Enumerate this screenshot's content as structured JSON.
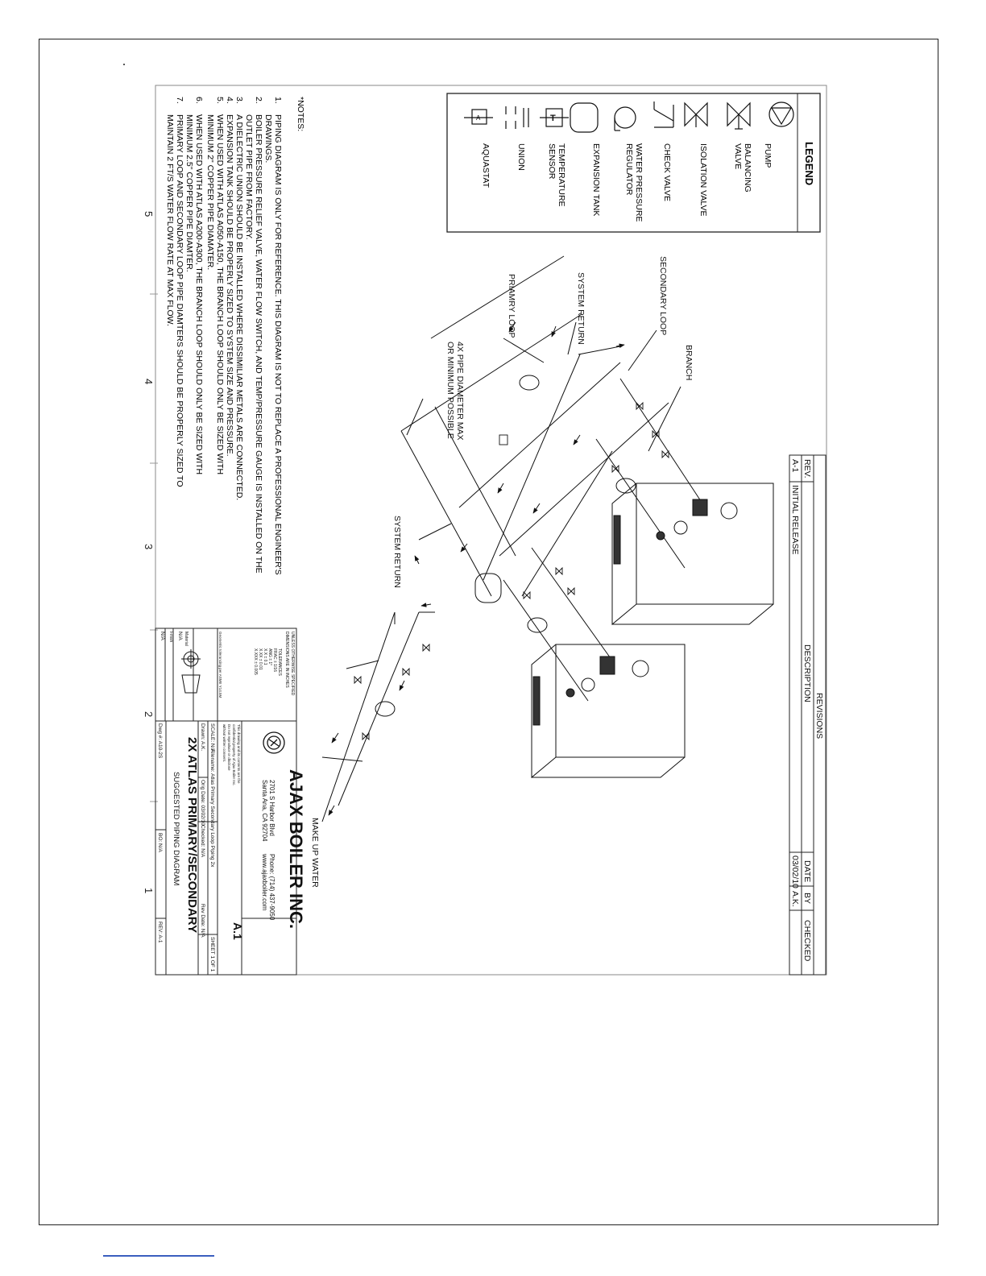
{
  "legend": {
    "title": "LEGEND",
    "items": [
      {
        "label": "PUMP",
        "icon": "pump-icon"
      },
      {
        "label": "BALANCING\nVALVE",
        "icon": "balancing-valve-icon"
      },
      {
        "label": "ISOLATION VALVE",
        "icon": "isolation-valve-icon"
      },
      {
        "label": "CHECK VALVE",
        "icon": "check-valve-icon"
      },
      {
        "label": "WATER PRESSURE\nREGULATOR",
        "icon": "pressure-regulator-icon"
      },
      {
        "label": "EXPANSION TANK",
        "icon": "expansion-tank-icon"
      },
      {
        "label": "TEMPERATURE\nSENSOR",
        "icon": "temperature-sensor-icon"
      },
      {
        "label": "UNION",
        "icon": "union-icon"
      },
      {
        "label": "AQUASTAT",
        "icon": "aquastat-icon"
      }
    ]
  },
  "notes": {
    "title": "*NOTES:",
    "items": [
      {
        "num": "1.",
        "lines": [
          "PIPING DIAGRAM IS ONLY FOR REFERENCE. THIS DIAGRAM IS NOT TO REPLACE A PROFESSIONAL ENGINEER'S",
          "DRAWINGS."
        ]
      },
      {
        "num": "2.",
        "lines": [
          "BOILER PRESSURE RELIEF VALVE, WATER FLOW SWITCH, AND TEMP/PRESSURE GAUGE IS INSTALLED ON THE",
          "OUTLET PIPE FROM FACTORY."
        ]
      },
      {
        "num": "3.",
        "lines": [
          "A DIELECTRIC UNION SHOULD BE INSTALLED WHERE DISSIMILIAR METALS ARE CONNECTED."
        ]
      },
      {
        "num": "4.",
        "lines": [
          "EXPANSION TANK SHOULD BE PROPERLY SIZED TO SYSTEM SIZE AND PRESSURE."
        ]
      },
      {
        "num": "5.",
        "lines": [
          "WHEN USED WITH ATLAS A050-A150, THE BRANCH LOOP SHOULD ONLY BE SIZED WITH",
          "MINIMUM 2\" COPPER PIPE DIAMATER."
        ]
      },
      {
        "num": "6.",
        "lines": [
          "WHEN USED WITH ATLAS A200-A300, THE BRANCH LOOP SHOULD ONLY BE SIZED WITH",
          "MINIMUM 2.5\" COPPER PIPE DIAMTER."
        ]
      },
      {
        "num": "7.",
        "lines": [
          "PRIMARY LOOP AND SECONDARY LOOP PIPE DIAMTERS SHOULD BE PROPERLY SIZED TO",
          "MAINTAIN 2 FT/S WATER FLOW RATE AT MAX FLOW."
        ]
      }
    ]
  },
  "diagram_labels": {
    "branch": "BRANCH",
    "secondary_loop": "SECONDARY LOOP",
    "system_return_top": "SYSTEM RETURN",
    "primary_loop": "PRIAMRY LOOP",
    "pipe_note_1": "4X PIPE DIAMETER MAX",
    "pipe_note_2": "OR MINIMUM POSSIBLE",
    "system_return_mid": "SYSTEM RETURN",
    "make_up_water": "MAKE UP WATER"
  },
  "revisions": {
    "title": "REVISIONS",
    "headers": {
      "rev": "REV.",
      "description": "DESCRIPTION",
      "date": "DATE",
      "by": "BY",
      "checked": "CHECKED"
    },
    "rows": [
      {
        "rev": "A-1",
        "description": "INITIAL RELEASE",
        "date": "03/02/10",
        "by": "A.K.",
        "checked": ""
      }
    ]
  },
  "title_block": {
    "company": "AJAX BOILER INC.",
    "address": "2701 S Harbor Blvd",
    "city": "Santa Ana, CA 92704",
    "phone": "Phone: (714) 437-9050",
    "website": "www.ajaxboiler.com",
    "rev_letter": "A.1",
    "title_line1": "2X ATLAS PRIMARY/SECONDARY",
    "title_line2": "SUGGESTED PIPING DIAGRAM",
    "filename": "Filename: Atlas Primary Secondary Loop Piping 2x",
    "scale": "SCALE: N/A",
    "drawn": "Drawn: A.K.",
    "orig_date": "Orig Date: 03/02/10",
    "checked": "Checked: N/A",
    "rev_date": "Rev Date: N/A",
    "sheet": "SHEET 1 OF 1",
    "dwg": "Dwg #: A10-2S",
    "bo": "BO: N/A",
    "rev": "REV: A-1",
    "tol_header1": "UNLESS OTHERWISE SPECIFIED",
    "tol_header2": "DIMENSIONS ARE IN INCHES",
    "tol_title": "TOLERANCES",
    "tol_lines": [
      "FRAC ± 1/16",
      "ANG ± 1°",
      "X.X ± 0.1",
      "X.XX ± 0.01",
      "X.XXX ± 0.005"
    ],
    "gdt": "Geometric tolerancing per ASME Y14.5M",
    "material_label": "Material",
    "material": "N/A",
    "finish_label": "Finish",
    "finish": "N/A",
    "confidential1": "This drawing and its contents are the",
    "confidential2": "confidential property of Ajax Boiler Inc.",
    "confidential3": "Do not reproduce or disclose",
    "confidential4": "without written consent."
  },
  "zone_markers": [
    "5",
    "4",
    "3",
    "2",
    "1"
  ]
}
